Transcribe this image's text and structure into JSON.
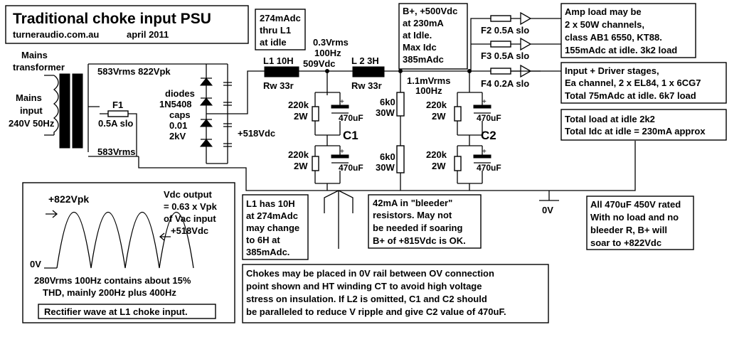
{
  "title": {
    "main": "Traditional choke input PSU",
    "site": "turneraudio.com.au",
    "date": "april 2011"
  },
  "transformer": {
    "label1": "Mains",
    "label2": "transformer",
    "input1": "Mains",
    "input2": "input",
    "input3": "240V 50Hz",
    "sec_top": "583Vrms 822Vpk",
    "sec_bot": "583Vrms"
  },
  "fuse_f1": {
    "name": "F1",
    "rating": "0.5A slo"
  },
  "rectifier": {
    "l1": "diodes",
    "l2": "1N5408",
    "l3": "caps",
    "l4": "0.01",
    "l5": "2kV",
    "vout": "+518Vdc"
  },
  "box_l1_current": {
    "l1": "274mAdc",
    "l2": "thru L1",
    "l3": "at idle"
  },
  "l1": {
    "name": "L1  10H",
    "rw": "Rw 33r"
  },
  "ripple1": {
    "l1": "0.3Vrms",
    "l2": "100Hz",
    "l3": "509Vdc"
  },
  "l2": {
    "name": "L 2  3H",
    "rw": "Rw 33r"
  },
  "box_bplus": {
    "l1": "B+, +500Vdc",
    "l2": "at 230mA",
    "l3": "at Idle.",
    "l4": "Max Idc",
    "l5": "385mAdc"
  },
  "ripple2": {
    "l1": "1.1mVrms",
    "l2": "100Hz"
  },
  "fuses": [
    {
      "name": "F2 0.5A slo"
    },
    {
      "name": "F3 0.5A slo"
    },
    {
      "name": "F4  0.2A slo"
    }
  ],
  "box_amp": {
    "l1": "Amp load may be",
    "l2": "2 x 50W channels,",
    "l3": "class AB1 6550, KT88.",
    "l4": "155mAdc at idle.   3k2 load"
  },
  "box_driver": {
    "l1": "Input + Driver stages,",
    "l2": "Ea channel, 2 x EL84, 1 x 6CG7",
    "l3": "Total 75mAdc at idle.     6k7 load"
  },
  "box_total": {
    "l1": "Total load at idle 2k2",
    "l2": "Total Idc at idle = 230mA approx"
  },
  "c1": {
    "name": "C1",
    "r_top": "220k",
    "r_top2": "2W",
    "r_bot": "220k",
    "r_bot2": "2W",
    "cap": "470uF",
    "plus": "+"
  },
  "bleeder": {
    "top": "6k0",
    "top2": "30W",
    "bot": "6k0",
    "bot2": "30W"
  },
  "c2": {
    "name": "C2",
    "r_top": "220k",
    "r_top2": "2W",
    "r_bot": "220k",
    "r_bot2": "2W",
    "cap": "470uF",
    "plus": "+"
  },
  "ground": {
    "label": "0V"
  },
  "box_l1note": {
    "l1": "L1 has 10H",
    "l2": "at 274mAdc",
    "l3": "may change",
    "l4": "to 6H at",
    "l5": "385mAdc."
  },
  "box_bleed": {
    "l1": "42mA in \"bleeder\"",
    "l2": "resistors. May not",
    "l3": "be needed if soaring",
    "l4": "B+ of +815Vdc is OK."
  },
  "box_470": {
    "l1": "All 470uF 450V rated",
    "l2": "With no load and no",
    "l3": "bleeder R, B+ will",
    "l4": "soar to +822Vdc"
  },
  "box_wave": {
    "vpk": "+822Vpk",
    "vdc1": "Vdc output",
    "vdc2": "= 0.63 x Vpk",
    "vdc3": "of Vac input",
    "vdc4": "+518Vdc",
    "zero": "0V",
    "thd1": "280Vrms  100Hz contains about 15%",
    "thd2": "THD, mainly 200Hz plus 400Hz",
    "caption": "Rectifier wave at L1  choke input."
  },
  "box_chokes": {
    "l1": "Chokes may be placed in 0V rail between OV connection",
    "l2": "point shown and HT winding CT to avoid high voltage",
    "l3": "stress on insulation.  If L2 is omitted, C1 and C2 should",
    "l4": "be paralleled to reduce V ripple and give C2 value of 470uF."
  }
}
